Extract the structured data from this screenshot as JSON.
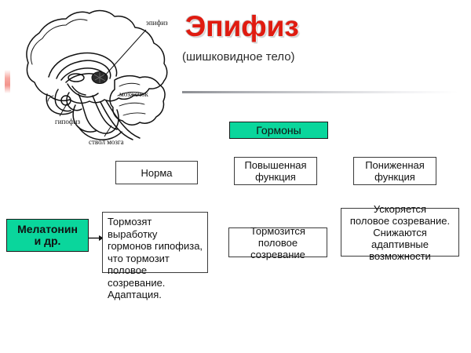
{
  "slide": {
    "title": "Эпифиз",
    "subtitle": "(шишковидное тело)"
  },
  "illustration": {
    "name": "brain-sagittal-section",
    "labels": {
      "pineal": "эпифиз",
      "cerebellum": "мозжечок",
      "pituitary": "гипофиз",
      "brainstem": "ствол мозга"
    }
  },
  "diagram": {
    "hormones_header": "Гормоны",
    "columns": [
      {
        "key": "norm",
        "header": "Норма"
      },
      {
        "key": "increased",
        "header": "Повышенная\nфункция",
        "line1": "Повышенная",
        "line2": "функция"
      },
      {
        "key": "decreased",
        "header": "Пониженная\nфункция",
        "line1": "Пониженная",
        "line2": "функция"
      }
    ],
    "hormone_label": {
      "line1": "Мелатонин",
      "line2": "и др."
    },
    "effects": {
      "norm": "Тормозят выработку гормонов гипофиза, что тормозит половое созревание. Адаптация.",
      "increased_line1": "Тормозится",
      "increased_line2": "половое созревание",
      "decreased_line1": "Ускоряется",
      "decreased_line2": "половое созревание.",
      "decreased_line3": "Снижаются адаптивные",
      "decreased_line4": "возможности"
    }
  },
  "colors": {
    "title_red": "#e01b10",
    "accent_green": "#0ad69c",
    "box_border": "#3b3b3b",
    "text": "#111111"
  }
}
